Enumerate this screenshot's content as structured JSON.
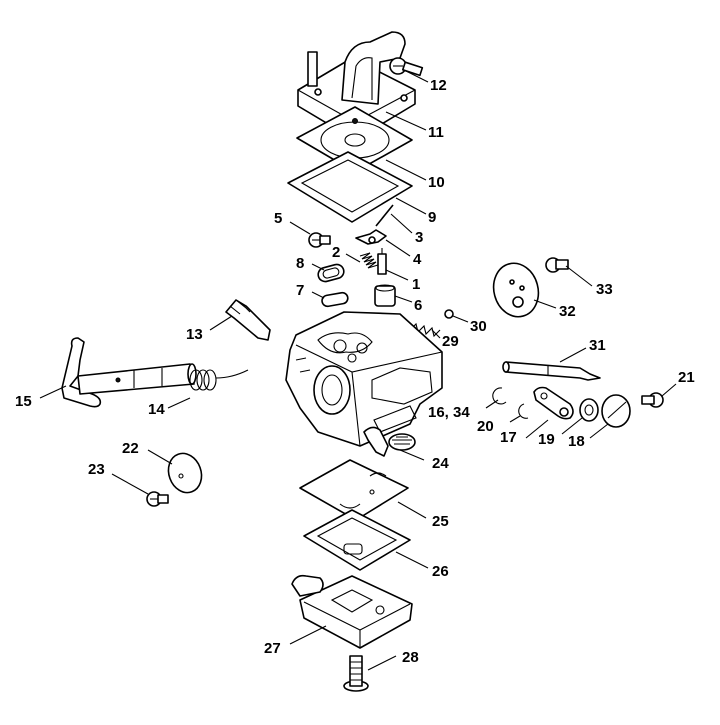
{
  "diagram": {
    "callouts": [
      {
        "id": "p12",
        "text": "12"
      },
      {
        "id": "p11",
        "text": "11"
      },
      {
        "id": "p10",
        "text": "10"
      },
      {
        "id": "p9",
        "text": "9"
      },
      {
        "id": "p3",
        "text": "3"
      },
      {
        "id": "p5",
        "text": "5"
      },
      {
        "id": "p4",
        "text": "4"
      },
      {
        "id": "p2",
        "text": "2"
      },
      {
        "id": "p1",
        "text": "1"
      },
      {
        "id": "p8",
        "text": "8"
      },
      {
        "id": "p7",
        "text": "7"
      },
      {
        "id": "p6",
        "text": "6"
      },
      {
        "id": "p33",
        "text": "33"
      },
      {
        "id": "p32",
        "text": "32"
      },
      {
        "id": "p30",
        "text": "30"
      },
      {
        "id": "p13",
        "text": "13"
      },
      {
        "id": "p29",
        "text": "29"
      },
      {
        "id": "p31",
        "text": "31"
      },
      {
        "id": "p21",
        "text": "21"
      },
      {
        "id": "p15",
        "text": "15"
      },
      {
        "id": "p14",
        "text": "14"
      },
      {
        "id": "p1634",
        "text": "16, 34"
      },
      {
        "id": "p20",
        "text": "20"
      },
      {
        "id": "p17",
        "text": "17"
      },
      {
        "id": "p19",
        "text": "19"
      },
      {
        "id": "p18",
        "text": "18"
      },
      {
        "id": "p22",
        "text": "22"
      },
      {
        "id": "p24",
        "text": "24"
      },
      {
        "id": "p23",
        "text": "23"
      },
      {
        "id": "p25",
        "text": "25"
      },
      {
        "id": "p26",
        "text": "26"
      },
      {
        "id": "p27",
        "text": "27"
      },
      {
        "id": "p28",
        "text": "28"
      }
    ]
  }
}
